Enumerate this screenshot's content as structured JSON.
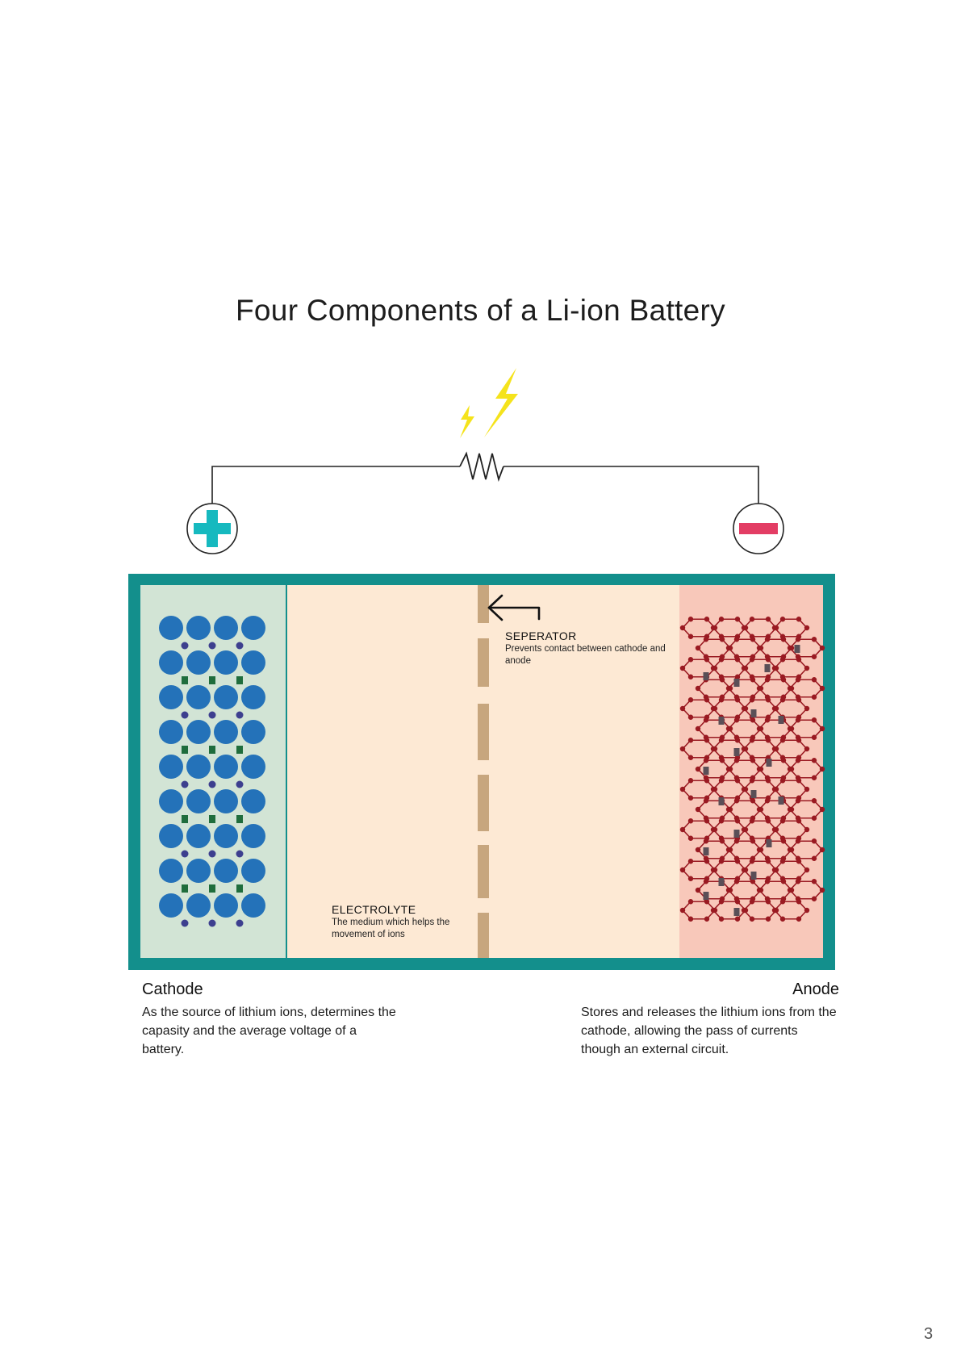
{
  "title": "Four Components of a Li-ion Battery",
  "separator": {
    "heading": "SEPERATOR",
    "description": "Prevents contact between cathode and anode"
  },
  "electrolyte": {
    "heading": "ELECTROLYTE",
    "description": "The medium which helps the movement of ions"
  },
  "cathode": {
    "heading": "Cathode",
    "description": "As the source of lithium ions, determines the capasity and the average voltage of a battery."
  },
  "anode": {
    "heading": "Anode",
    "description": "Stores and releases the lithium ions from the cathode, allowing the pass of currents though an external circuit."
  },
  "page_number": "3",
  "colors": {
    "frame": "#138f8c",
    "cathode_bg": "#d2e4d5",
    "electrolyte_bg": "#fde9d4",
    "anode_bg": "#f8c8ba",
    "separator": "#c7a67e",
    "cathode_sphere": "#2472b9",
    "cathode_dot": "#3d3f8f",
    "cathode_square": "#1f6d3c",
    "anode_lattice": "#9a1a22",
    "anode_ion": "#5a4f57",
    "positive_terminal": "#16b9bf",
    "negative_terminal": "#e33d64",
    "lightning": "#f5e31c"
  },
  "icons": [
    "plus-icon",
    "minus-icon",
    "lightning-icon",
    "resistor-icon",
    "arrow-left-icon"
  ]
}
